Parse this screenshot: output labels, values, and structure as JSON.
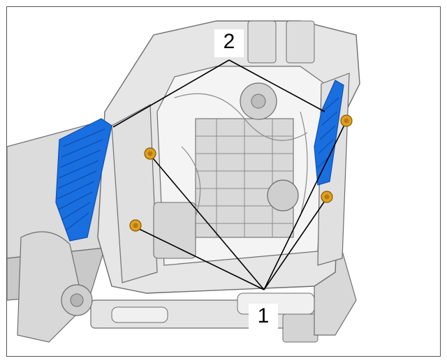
{
  "callouts": [
    {
      "id": "1",
      "label": "1"
    },
    {
      "id": "2",
      "label": "2"
    }
  ],
  "colors": {
    "highlight_part": "#1a6fe0",
    "highlight_part_dark": "#0c4fb0",
    "fastener": "#e0a020",
    "fastener_edge": "#8a5a00",
    "linework": "#6e6e6e",
    "frame_fill": "#e6e6e6",
    "leader_line": "#000000"
  },
  "icons": {
    "fastener": "bolt-nut-icon"
  }
}
